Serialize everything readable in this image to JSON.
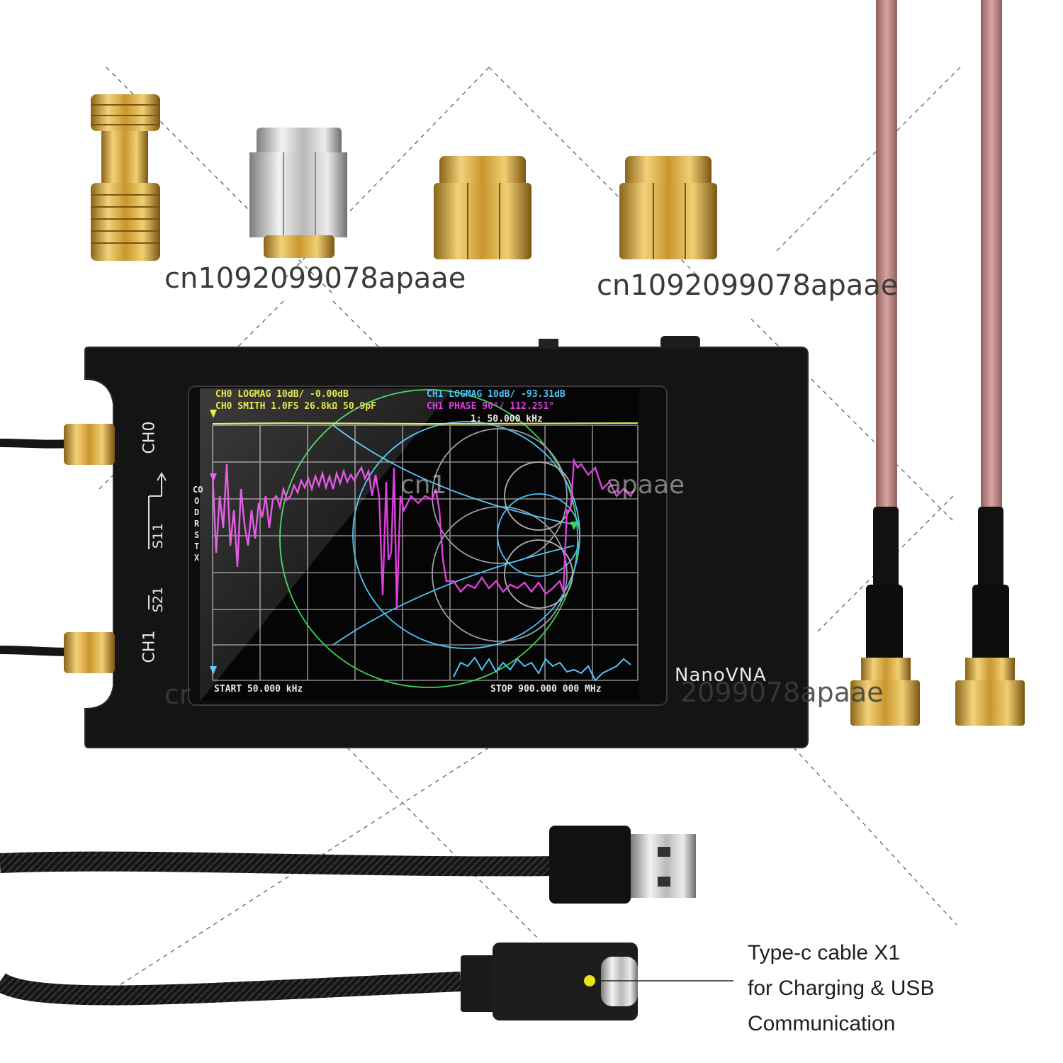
{
  "watermarks": {
    "left": "cn1092099078apaae",
    "right": "cn1092099078apaae",
    "screen_left": "cn1",
    "screen_right": "apaae",
    "bottom_left": "cr",
    "bottom_right": "2099078apaae"
  },
  "device": {
    "brand": "NanoVNA",
    "port_top": "CH0",
    "port_bottom": "CH1",
    "s11": "S11",
    "s21": "S21"
  },
  "screen": {
    "ch0_line": "CH0 LOGMAG 10dB/ -0.00dB",
    "ch0_smith": "CH0 SMITH 1.0FS  26.8kΩ 50.9pF",
    "ch1_line": "CH1 LOGMAG 10dB/ -93.31dB",
    "ch1_phase": "CH1 PHASE 90°/   112.251°",
    "marker": "1: 50.000 kHz",
    "side_menu": [
      "CO",
      "O",
      "D",
      "R",
      "S",
      "T",
      "X"
    ],
    "start": "START 50.000 kHz",
    "stop": "STOP 900.000 000 MHz"
  },
  "caption": {
    "line1": "Type-c cable X1",
    "line2": "for Charging & USB",
    "line3": "Communication"
  },
  "colors": {
    "gold": "#d4a73a",
    "silver": "#c9c9c9",
    "cable_pink": "#b07a78",
    "device_body": "#141414",
    "screen_bg": "#050505",
    "trace_magenta": "#e040e0",
    "trace_yellow": "#e8e84a",
    "trace_cyan": "#4fc3f7",
    "trace_green": "#39d353",
    "marker_yellow": "#e6e61a"
  },
  "icons": {
    "connector": "sma-connector-icon",
    "usb_a": "usb-a-plug-icon",
    "usb_c": "usb-c-plug-icon"
  }
}
